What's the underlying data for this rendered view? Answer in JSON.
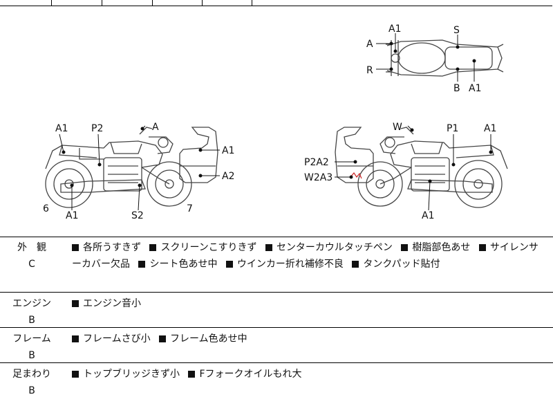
{
  "diagram": {
    "side_left": {
      "labels": [
        "A1",
        "P2",
        "A",
        "A1",
        "A2",
        "6",
        "A1",
        "S2",
        "7"
      ]
    },
    "side_right": {
      "labels": [
        "W",
        "P1",
        "A1",
        "P2A2",
        "W2A3",
        "A1"
      ]
    },
    "top_view": {
      "labels": [
        "A1",
        "S",
        "A",
        "R",
        "B",
        "A1"
      ]
    }
  },
  "sections": [
    {
      "category": "外　観",
      "grade": "C",
      "items": [
        "各所うすきず",
        "スクリーンこすりきず",
        "センターカウルタッチペン",
        "樹脂部色あせ",
        "サイレンサーカバー欠品",
        "シート色あせ中",
        "ウインカー折れ補修不良",
        "タンクパッド貼付"
      ]
    },
    {
      "category": "エンジン",
      "grade": "B",
      "items": [
        "エンジン音小"
      ]
    },
    {
      "category": "フレーム",
      "grade": "B",
      "items": [
        "フレームさび小",
        "フレーム色あせ中"
      ]
    },
    {
      "category": "足まわり",
      "grade": "B",
      "items": [
        "トップブリッジきず小",
        "Fフォークオイルもれ大"
      ]
    }
  ]
}
